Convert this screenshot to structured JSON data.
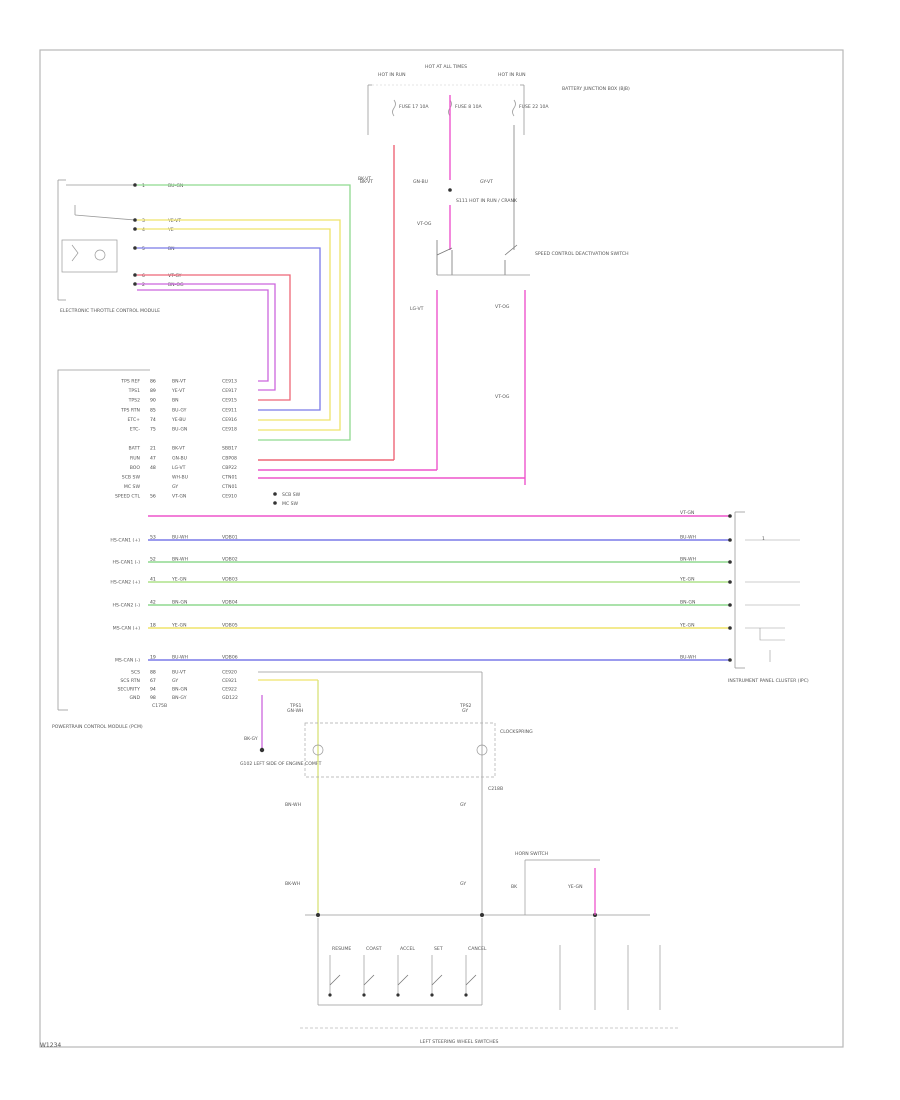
{
  "figure_ref": "W1234",
  "colors": {
    "green": "#8fd98f",
    "yellow": "#efe36a",
    "violet": "#cc66dd",
    "blue": "#7a7ae8",
    "red": "#ee6677",
    "pink": "#ee55cc",
    "lightgreen": "#aee28a",
    "gray": "#999999",
    "black": "#333333"
  },
  "top_fuse_box": {
    "label": "HOT AT ALL TIMES",
    "left_label": "HOT IN RUN",
    "right_label": "HOT IN RUN",
    "side_label": "BATTERY JUNCTION BOX (BJB)",
    "fuses": [
      {
        "label": "FUSE 17 10A"
      },
      {
        "label": "FUSE 8 10A"
      },
      {
        "label": "FUSE 22 10A"
      }
    ]
  },
  "left_module": {
    "label": "ELECTRONIC THROTTLE CONTROL MODULE",
    "pins": [
      {
        "pin": "1",
        "wire": "BU-GN"
      },
      {
        "pin": "3",
        "wire": "YE-VT"
      },
      {
        "pin": "4",
        "wire": "YE"
      },
      {
        "pin": "5",
        "wire": "BN"
      },
      {
        "pin": "6",
        "wire": "VT-GY"
      },
      {
        "pin": "2",
        "wire": "BN-OG"
      }
    ]
  },
  "cruise_switch": {
    "label": "SPEED CONTROL DEACTIVATION SWITCH",
    "wires": [
      "GN-BU",
      "GY-VT",
      "BK-VT",
      "VT-OG",
      "LG-VT"
    ],
    "note": "S111 HOT IN RUN / CRANK"
  },
  "pcm": {
    "label": "POWERTRAIN CONTROL MODULE (PCM)",
    "pins": [
      {
        "name": "TPS REF",
        "pin": "86",
        "wire": "BN-VT",
        "circ": "CE913"
      },
      {
        "name": "TPS1",
        "pin": "89",
        "wire": "YE-VT",
        "circ": "CE917"
      },
      {
        "name": "TPS2",
        "pin": "90",
        "wire": "BN",
        "circ": "CE915"
      },
      {
        "name": "TPS RTN",
        "pin": "85",
        "wire": "BU-GY",
        "circ": "CE911"
      },
      {
        "name": "ETC+",
        "pin": "74",
        "wire": "YE-BU",
        "circ": "CE916"
      },
      {
        "name": "ETC-",
        "pin": "75",
        "wire": "BU-GN",
        "circ": "CE918"
      },
      {
        "name": "",
        "pin": "",
        "wire": "",
        "circ": ""
      },
      {
        "name": "BATT",
        "pin": "21",
        "wire": "BK-VT",
        "circ": "SBB17"
      },
      {
        "name": "RUN",
        "pin": "47",
        "wire": "GN-BU",
        "circ": "CBP08"
      },
      {
        "name": "BOO",
        "pin": "48",
        "wire": "LG-VT",
        "circ": "CBP22"
      },
      {
        "name": "SCB SW",
        "pin": "",
        "wire": "WH-BU",
        "circ": "CTN01"
      },
      {
        "name": "MC SW",
        "pin": "",
        "wire": "GY",
        "circ": "CTN01"
      },
      {
        "name": "SPEED CTL",
        "pin": "56",
        "wire": "VT-GN",
        "circ": "CE910"
      }
    ],
    "bus_rows": [
      {
        "name": "HS-CAN1 (+)",
        "pin": "53",
        "wire": "BU-WH",
        "circ": "VDB01",
        "end": "BU-WH",
        "color": "blue"
      },
      {
        "name": "HS-CAN1 (-)",
        "pin": "52",
        "wire": "BN-WH",
        "circ": "VDB02",
        "end": "BN-WH",
        "color": "green"
      },
      {
        "name": "HS-CAN2 (+)",
        "pin": "41",
        "wire": "YE-GN",
        "circ": "VDB03",
        "end": "YE-GN",
        "color": "lightgreen"
      },
      {
        "name": "HS-CAN2 (-)",
        "pin": "42",
        "wire": "BN-GN",
        "circ": "VDB04",
        "end": "BN-GN",
        "color": "green"
      },
      {
        "name": "MS-CAN (+)",
        "pin": "18",
        "wire": "YE-GN",
        "circ": "VDB05",
        "end": "YE-GN",
        "color": "yellow"
      },
      {
        "name": "MS-CAN (-)",
        "pin": "19",
        "wire": "BU-WH",
        "circ": "VDB06",
        "end": "BU-WH",
        "color": "blue"
      }
    ],
    "lower_pins": [
      {
        "name": "SCS",
        "pin": "88",
        "wire": "BU-VT",
        "circ": "CE920"
      },
      {
        "name": "SCS RTN",
        "pin": "67",
        "wire": "GY",
        "circ": "CE921"
      },
      {
        "name": "SECURITY",
        "pin": "94",
        "wire": "BN-GN",
        "circ": "CE922"
      },
      {
        "name": "GND",
        "pin": "98",
        "wire": "BN-GY",
        "circ": "GD122"
      }
    ],
    "bottom_ref": "C175B"
  },
  "right_module": {
    "label": "INSTRUMENT PANEL CLUSTER (IPC)",
    "wire_end": "VT-GN",
    "pin": "1"
  },
  "ground_note": {
    "wire": "BK-GY",
    "label": "G102 LEFT SIDE OF ENGINE COMPT"
  },
  "clockspring": {
    "label": "CLOCKSPRING",
    "left_ref": "GN-WH",
    "right_ref": "GY",
    "conn": "C218B",
    "wire_a": "BN-WH",
    "wire_b": "GY"
  },
  "switches_bottom": {
    "label": "LEFT STEERING WHEEL SWITCHES",
    "horn_label": "HORN SWITCH",
    "labels": [
      "RESUME",
      "COAST",
      "ACCEL",
      "SET",
      "CANCEL"
    ],
    "wire_a": "BK-WH",
    "wire_b": "GY",
    "horn_wires": [
      "BK",
      "YE-GN"
    ]
  },
  "throttle_box": {
    "left_pin": "TPS1",
    "right_pin": "TPS2"
  }
}
